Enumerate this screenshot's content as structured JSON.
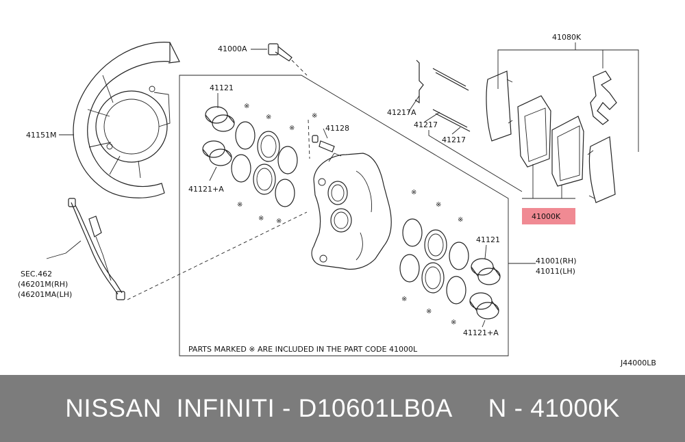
{
  "diagram": {
    "part_labels": {
      "rotor_shield": "41151M",
      "bolt": "41000A",
      "seal_kit_box_piston": "41121",
      "piston_a_left": "41121+A",
      "bleeder": "41128",
      "pin_a": "41217A",
      "pin": "41217",
      "pin_lower": "41217",
      "pad_kit": "41080K",
      "highlighted_code": "41000K",
      "right_piston": "41121",
      "right_piston_a": "41121+A",
      "caliper_rh": "41001(RH)",
      "caliper_lh": "41011(LH)",
      "hose_sec": "SEC.462",
      "hose_rh": "(46201M(RH)",
      "hose_lh": "(46201MA(LH)",
      "drawing_code": "J44000LB"
    },
    "note": "PARTS MARKED ※ ARE INCLUDED IN THE PART CODE  41000L",
    "star_symbol": "※",
    "highlight_color": "#f08a93"
  },
  "footer": {
    "text": "NISSAN  INFINITI - D10601LB0A     N - 41000K",
    "background": "#7c7c7c",
    "text_color": "#ffffff"
  }
}
